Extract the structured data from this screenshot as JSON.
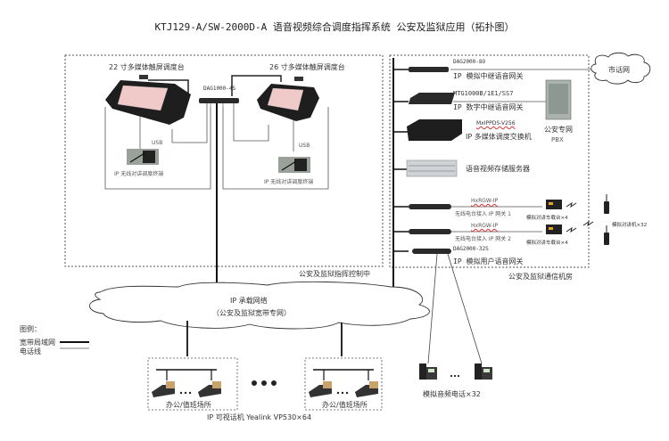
{
  "title": "KTJ129-A/SW-2000D-A 语音视频综合调度指挥系统 公安及监狱应用（拓扑图）",
  "command_center": {
    "label": "公安及监狱指挥控制中",
    "console_22": "22 寸多媒体触屏调度台",
    "console_26": "26 寸多媒体触屏调度台",
    "switch": "DAG1000-4S",
    "usb_left": "USB",
    "usb_right": "USB",
    "wireless_left": "IP 无线对讲调度终端",
    "wireless_right": "IP 无线对讲调度终端"
  },
  "comm_room": {
    "label": "公安及监狱通信机房",
    "devices": [
      {
        "model": "DAG2000-8O",
        "desc": "IP 模拟中继语音网关"
      },
      {
        "model": "MTG1000B/1E1/SS7",
        "desc": "IP 数字中继语音网关"
      },
      {
        "model": "MxIPPDS-V256",
        "desc": "IP 多媒体调度交换机"
      },
      {
        "model": "",
        "desc": "语音视频存储服务器"
      },
      {
        "model": "HxRGW-IP",
        "desc": "无线电台接入 IP 网关 1"
      },
      {
        "model": "HxRGW-IP",
        "desc": "无线电台接入 IP 网关 2"
      },
      {
        "model": "DAG2000-32S",
        "desc": "IP 模拟用户语音网关"
      }
    ],
    "pbx_label": "公安专网",
    "pbx_sub": "PBX",
    "radio_base_1": "模拟对讲车载台×4",
    "radio_base_2": "模拟对讲车载台×4",
    "handhelds": "模拟对讲机×32"
  },
  "pstn": "市话网",
  "ip_network": {
    "line1": "IP 承载网络",
    "line2": "（公安及监狱宽带专网）"
  },
  "offices": [
    {
      "label": "办公/值班场所"
    },
    {
      "label": "办公/值班场所"
    }
  ],
  "video_phones": "IP 可视话机 Yealink VP530×64",
  "analog_phones": "模拟音频电话×32",
  "legend": {
    "title": "图例：",
    "broadband": "宽带局域网",
    "phone_line": "电话线"
  }
}
